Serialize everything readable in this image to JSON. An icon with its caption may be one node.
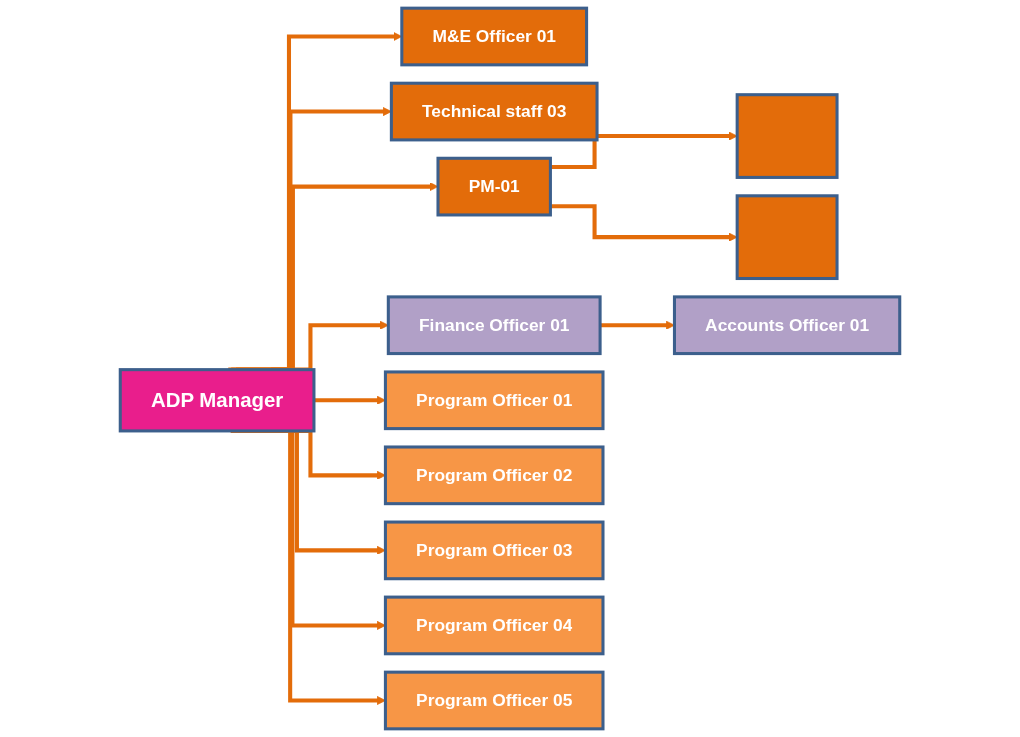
{
  "diagram": {
    "nodes": [
      {
        "text": [
          "ADP Manager"
        ]
      },
      {
        "text": [
          "M&E Officer 01"
        ]
      },
      {
        "text": [
          "Technical staff 03"
        ]
      },
      {
        "text": [
          "PM-01"
        ]
      },
      {
        "text": [],
        "shape": "box"
      },
      {
        "text": [],
        "shape": "box"
      },
      {
        "text": [
          "Finance Officer 01"
        ]
      },
      {
        "text": [
          "Accounts Officer 01"
        ]
      },
      {
        "text": [
          "Program Officer 01"
        ]
      },
      {
        "text": [
          "Program Officer 02"
        ]
      },
      {
        "text": [
          "Program Officer 03"
        ]
      },
      {
        "text": [
          "Program Officer 04"
        ]
      },
      {
        "text": [
          "Program Officer 05"
        ]
      }
    ],
    "edges": [
      {
        "from": 0,
        "to": 1,
        "arrow": "to"
      },
      {
        "from": 0,
        "to": 2,
        "arrow": "to"
      },
      {
        "from": 0,
        "to": 3,
        "arrow": "to"
      },
      {
        "from": 3,
        "to": 4,
        "arrow": "to"
      },
      {
        "from": 3,
        "to": 5,
        "arrow": "to"
      },
      {
        "from": 0,
        "to": 6,
        "arrow": "to"
      },
      {
        "from": 6,
        "to": 7,
        "arrow": "to"
      },
      {
        "from": 0,
        "to": 8,
        "arrow": "to"
      },
      {
        "from": 0,
        "to": 9,
        "arrow": "to"
      },
      {
        "from": 0,
        "to": 10,
        "arrow": "to"
      },
      {
        "from": 0,
        "to": 11,
        "arrow": "to"
      },
      {
        "from": 0,
        "to": 12,
        "arrow": "to"
      }
    ]
  }
}
